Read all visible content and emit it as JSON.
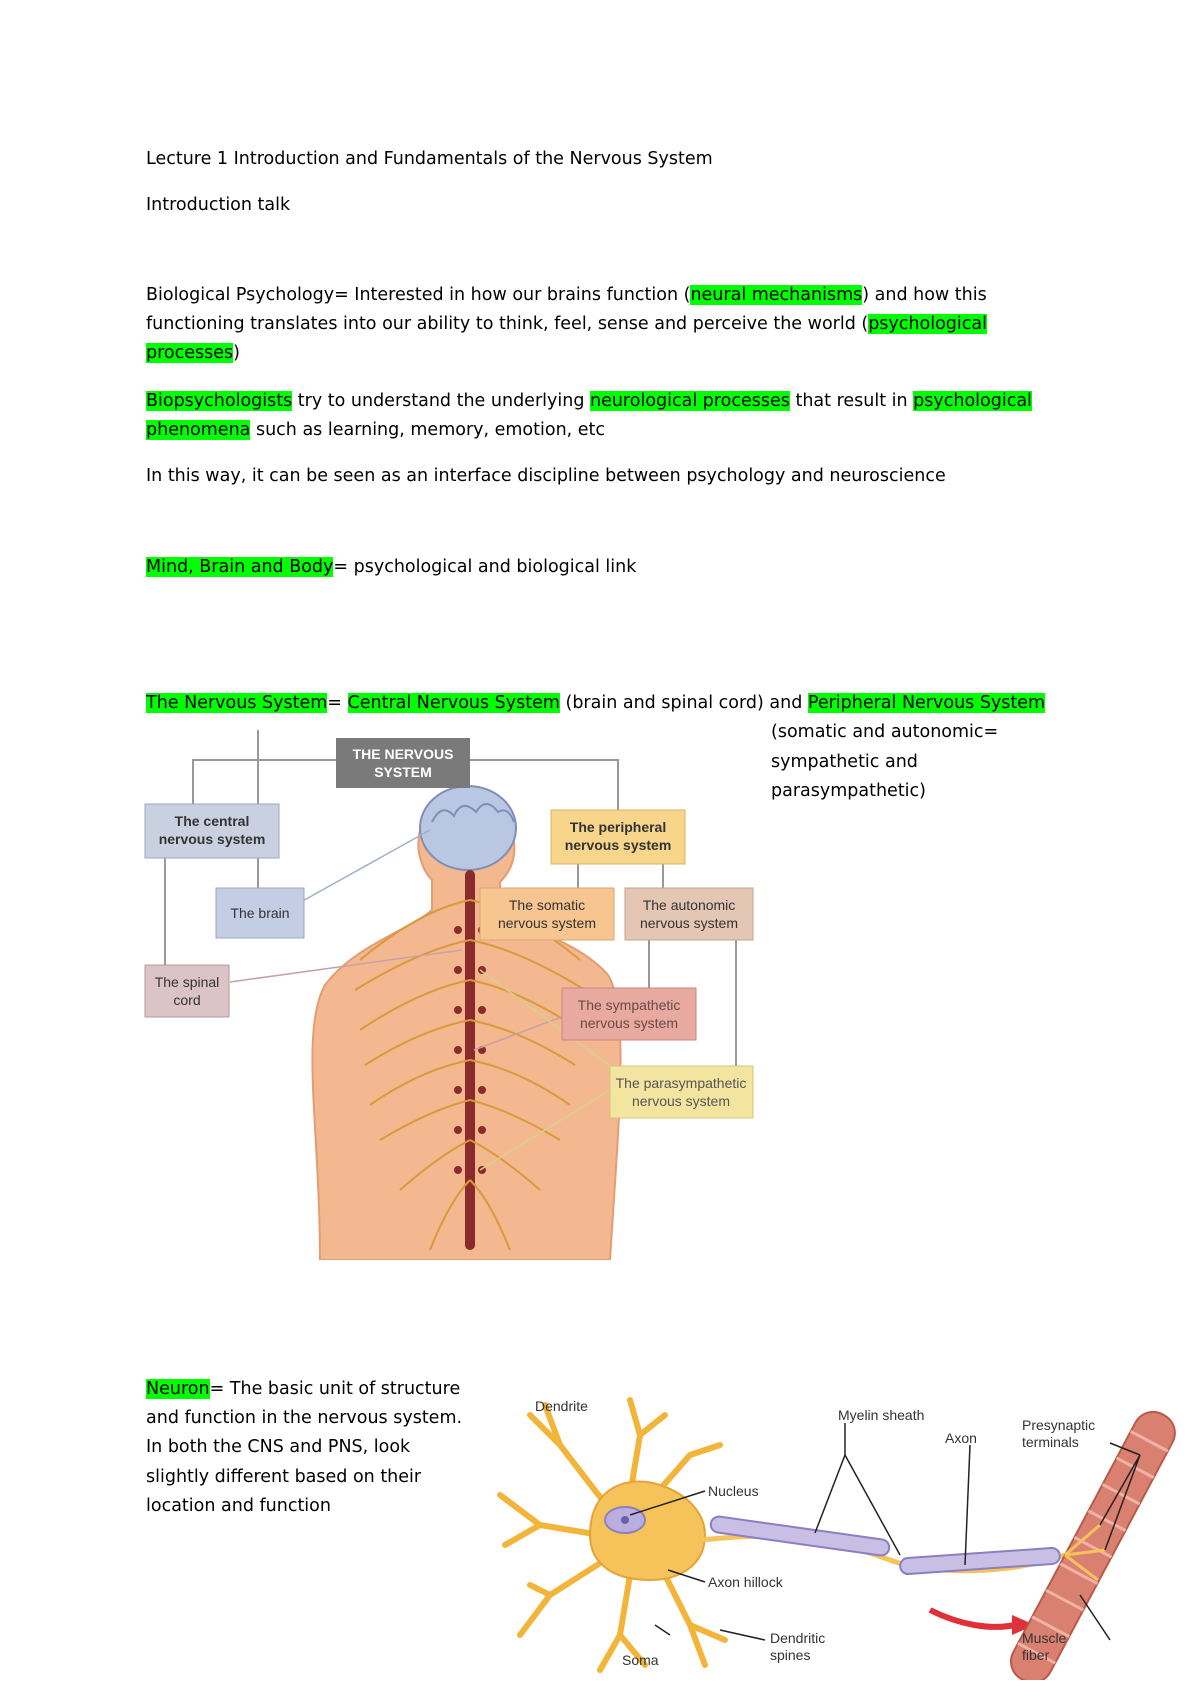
{
  "title": "Lecture 1 Introduction and Fundamentals of the Nervous System",
  "subtitle": "Introduction talk",
  "bio_psych": {
    "term": "Biological Psychology",
    "p1a": "= Interested in how our brains function (",
    "hl1": "neural mechanisms",
    "p1b": ") and how this",
    "p2a": "functioning translates into our ability to think, feel, sense and perceive the world (",
    "hl2a": "psychological ",
    "hl2b": "processes",
    "p2b": ")"
  },
  "biopsych": {
    "hl1": "Biopsychologists",
    "t1": " try to understand the underlying ",
    "hl2": "neurological processes",
    "t2": " that result in ",
    "hl3a": "psychological ",
    "hl3b": "phenomena",
    "t3": " such as learning, memory, emotion, etc"
  },
  "interface": "In this way, it can be seen as an interface discipline between psychology and neuroscience",
  "mbb": {
    "hl": "Mind, Brain and Body",
    "text": "= psychological and biological link"
  },
  "ns": {
    "hl1": "The Nervous System",
    "t1": "= ",
    "hl2": "Central Nervous System",
    "t2": " (brain and spinal cord) and ",
    "hl3": "Peripheral Nervous System",
    "side1": "(somatic and autonomic=",
    "side2": "sympathetic and",
    "side3": "parasympathetic)"
  },
  "ns_figure": {
    "top": [
      "THE NERVOUS",
      "SYSTEM"
    ],
    "cns": [
      "The central",
      "nervous system"
    ],
    "pns": [
      "The peripheral",
      "nervous system"
    ],
    "brain": "The brain",
    "spinal": [
      "The spinal",
      "cord"
    ],
    "somatic": [
      "The somatic",
      "nervous system"
    ],
    "autonomic": [
      "The autonomic",
      "nervous system"
    ],
    "sympathetic": [
      "The sympathetic",
      "nervous system"
    ],
    "parasympathetic": [
      "The parasympathetic",
      "nervous system"
    ]
  },
  "neuron": {
    "hl": "Neuron",
    "l1": "= The basic unit of structure",
    "l2": "and function in the nervous system.",
    "l3": "In both the CNS and PNS, look",
    "l4": "slightly different based on their",
    "l5": "location and function"
  },
  "neuron_figure": {
    "dendrite": "Dendrite",
    "nucleus": "Nucleus",
    "myelin": "Myelin sheath",
    "axon": "Axon",
    "presyn": [
      "Presynaptic",
      "terminals"
    ],
    "hillock": "Axon hillock",
    "muscle": [
      "Muscle",
      "fiber"
    ],
    "soma": "Soma",
    "spines": [
      "Dendritic",
      "spines"
    ]
  }
}
